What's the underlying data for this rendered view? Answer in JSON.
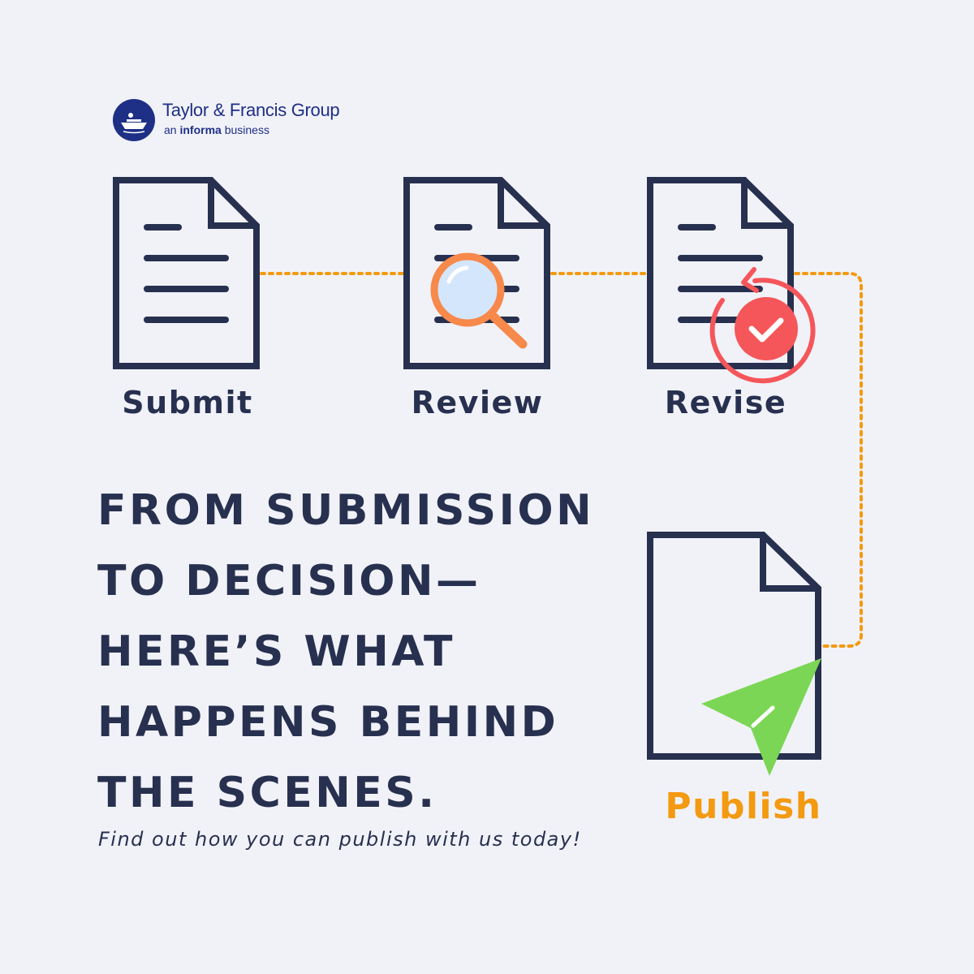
{
  "brand": {
    "name": "Taylor & Francis Group",
    "tagline_prefix": "an",
    "tagline_bold": "informa",
    "tagline_suffix": "business"
  },
  "steps": [
    {
      "label": "Submit",
      "icon": "document-icon"
    },
    {
      "label": "Review",
      "icon": "magnifier-icon"
    },
    {
      "label": "Revise",
      "icon": "refresh-check-icon"
    },
    {
      "label": "Publish",
      "icon": "paper-plane-icon"
    }
  ],
  "headline": {
    "lines": [
      "FROM SUBMISSION",
      "TO DECISION—",
      "HERE’S WHAT",
      "HAPPENS BEHIND",
      "THE SCENES."
    ]
  },
  "subline": "Find out how you can publish with us today!",
  "colors": {
    "background": "#f1f2f8",
    "navy": "#27304f",
    "connector": "#f39a11",
    "publish": "#f39a11",
    "magnifier": "#f7894b",
    "revise": "#f5565a",
    "plane": "#7bd655",
    "brand": "#1e2f86"
  }
}
